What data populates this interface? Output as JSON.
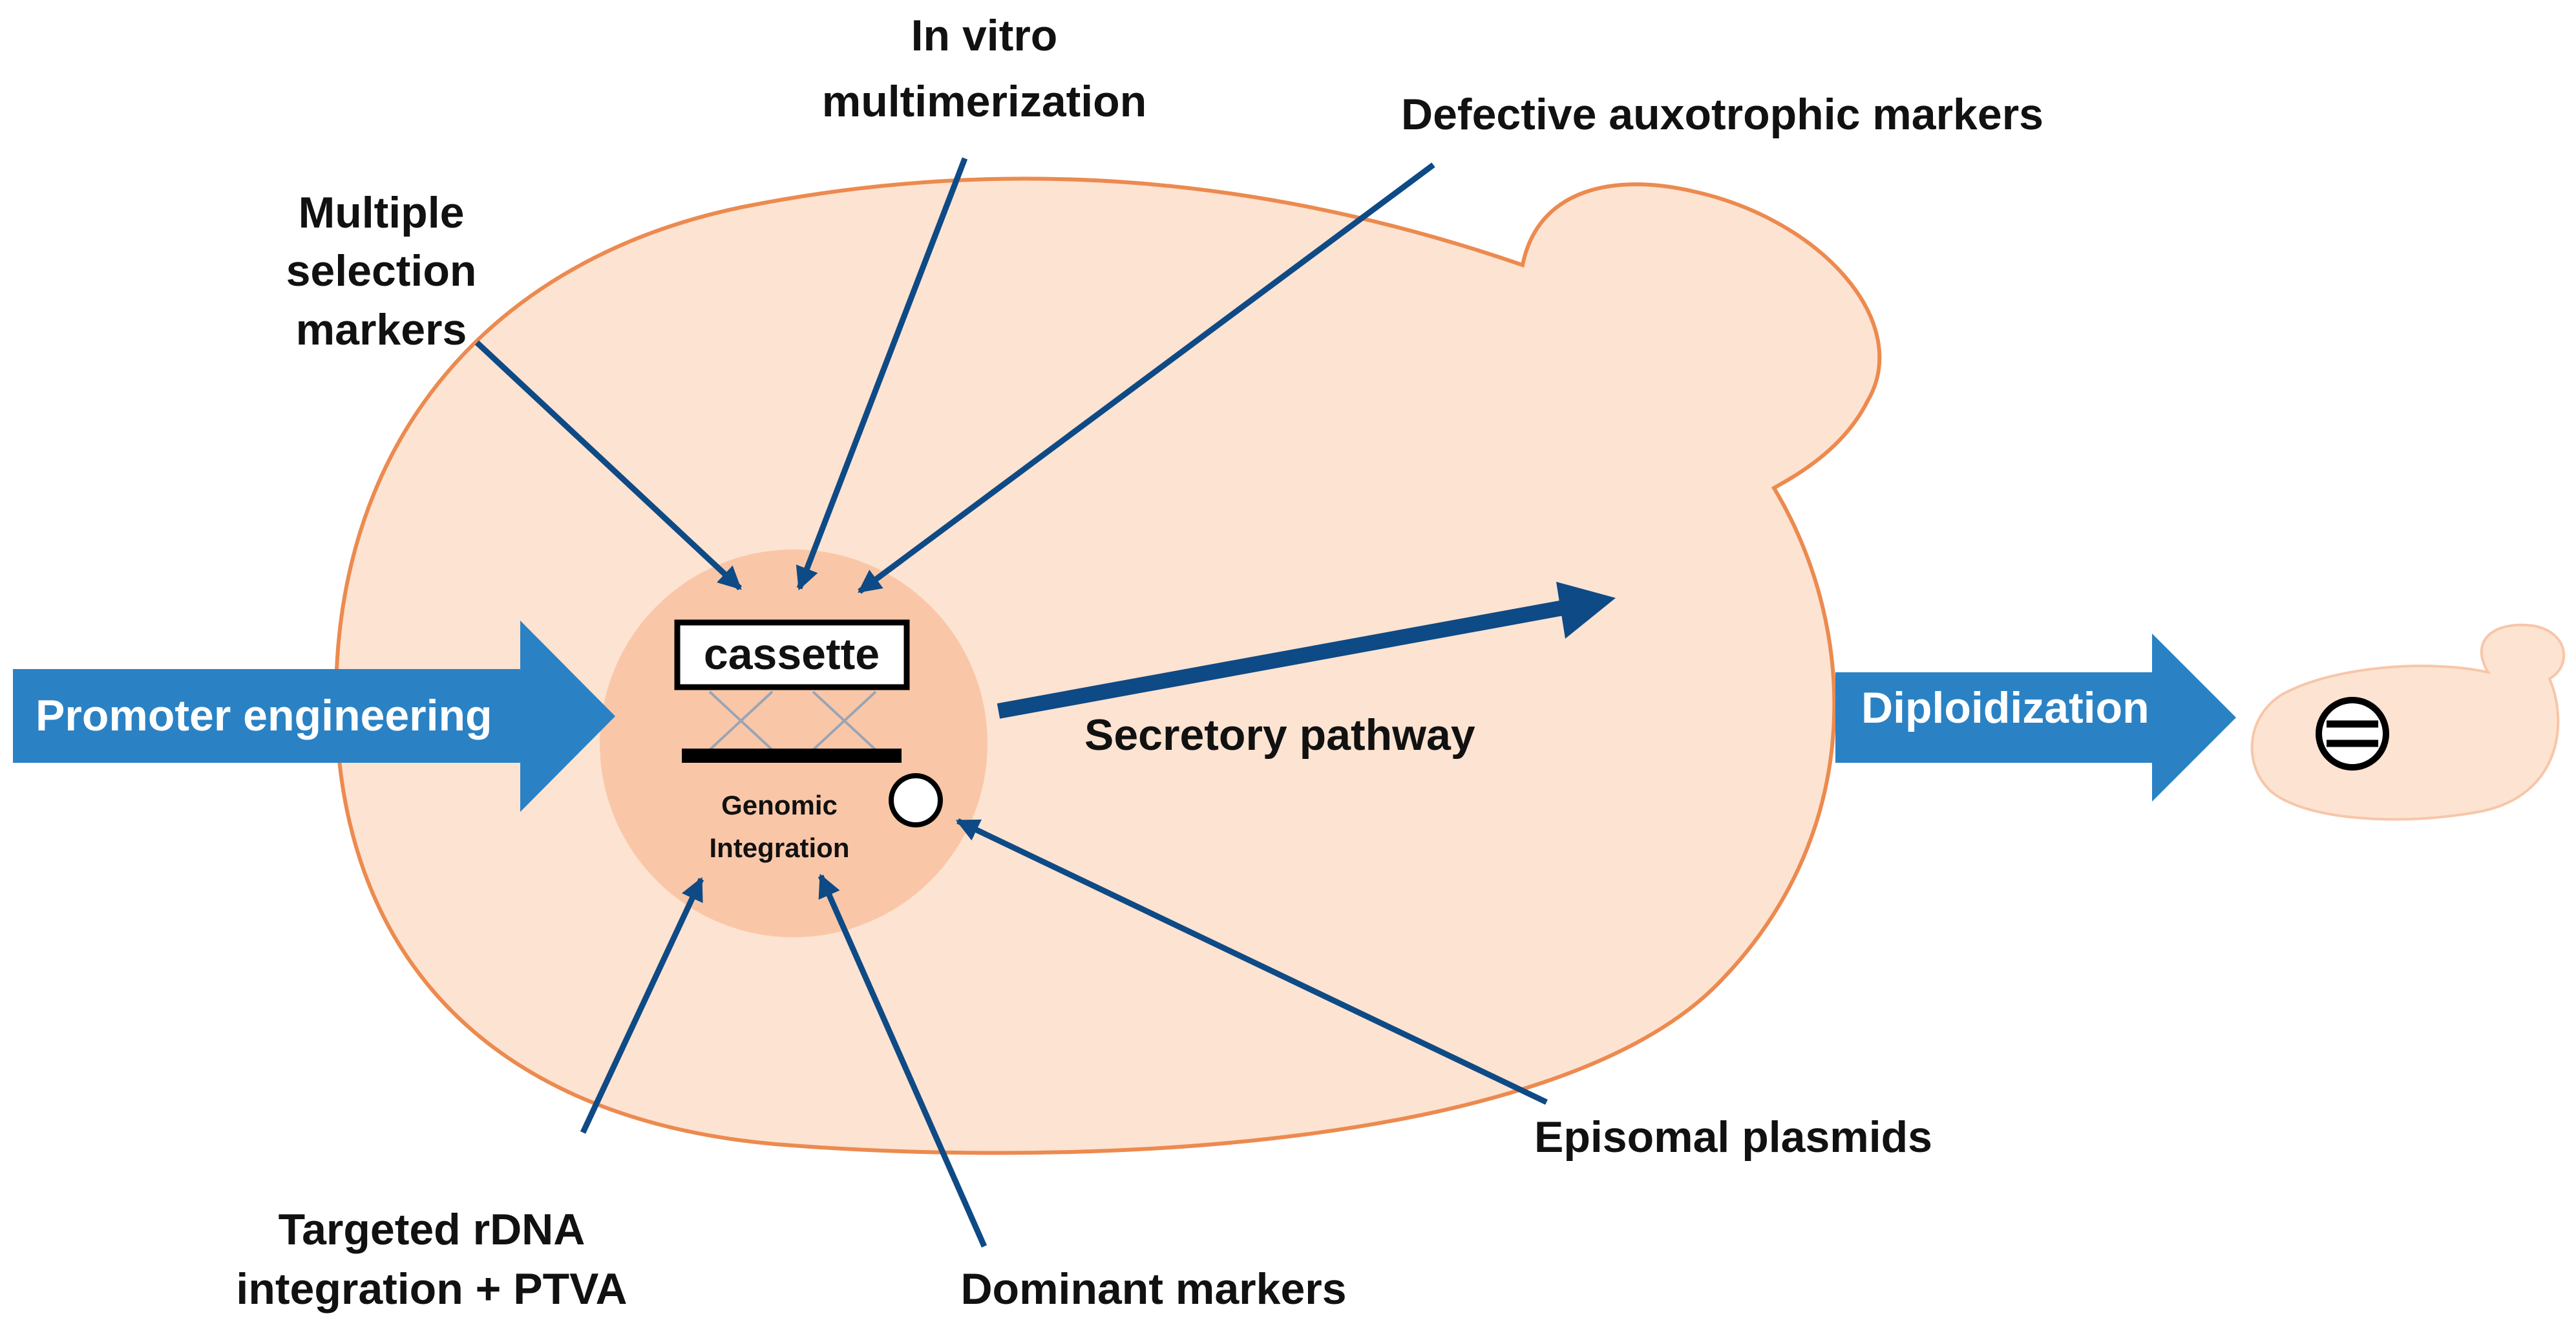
{
  "diagram": {
    "labels": {
      "in_vitro_line1": "In vitro",
      "in_vitro_line2": "multimerization",
      "defective": "Defective auxotrophic markers",
      "multiple_line1": "Multiple",
      "multiple_line2": "selection",
      "multiple_line3": "markers",
      "promoter": "Promoter engineering",
      "cassette": "cassette",
      "genomic_line1": "Genomic",
      "genomic_line2": "Integration",
      "secretory": "Secretory pathway",
      "diploid": "Diploidization",
      "episomal": "Episomal plasmids",
      "targeted_line1": "Targeted rDNA",
      "targeted_line2": "integration + PTVA",
      "dominant": "Dominant markers"
    },
    "colors": {
      "cell_fill": "#fde3d2",
      "cell_stroke": "#ec8a4f",
      "nucleus_fill": "#f9c7a7",
      "arrow_dark": "#0e4a85",
      "block_arrow": "#2a82c4"
    }
  }
}
